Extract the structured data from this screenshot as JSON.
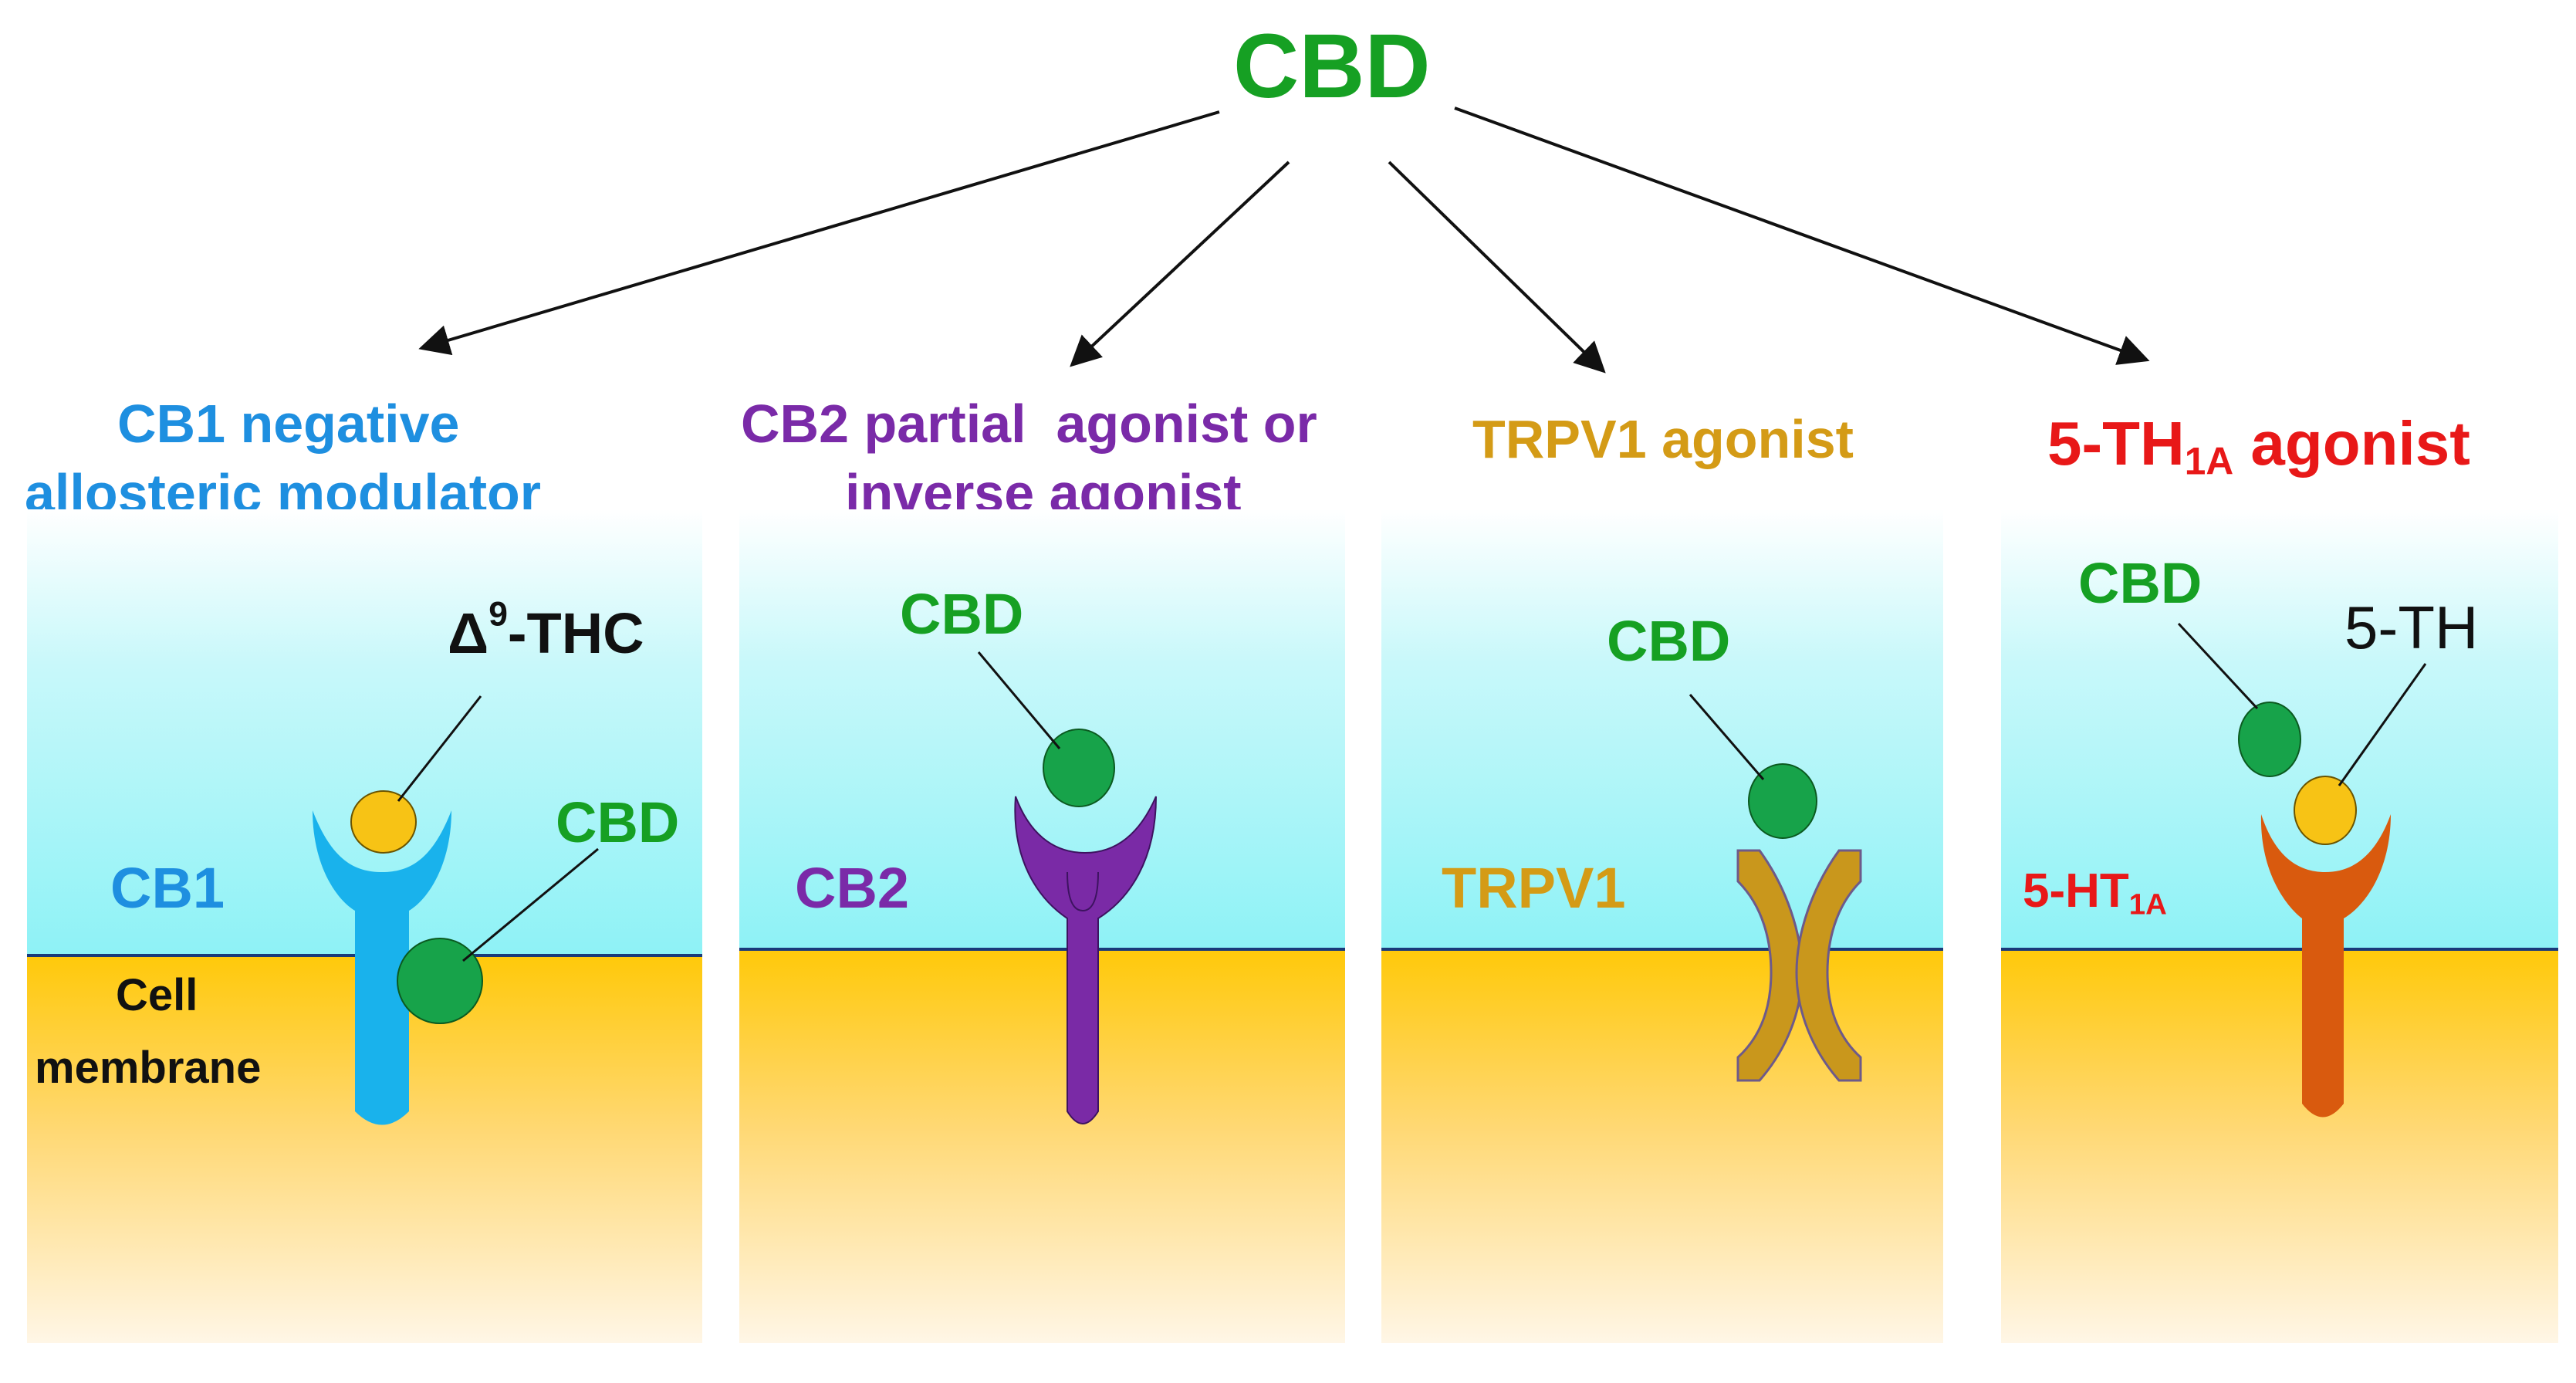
{
  "title": "CBD",
  "colors": {
    "green": "#16a023",
    "blue": "#1e8fe0",
    "purple": "#7a2aa8",
    "gold": "#d49b16",
    "red": "#e81818",
    "receptor_cb1": "#19b2ec",
    "receptor_cb2": "#7a2aa6",
    "receptor_trpv1": "#c9971c",
    "receptor_5ht": "#d95a0e",
    "ligand_green": "#17a34a",
    "ligand_yellow": "#f7c315",
    "extracellular": "#8ef2f6",
    "membrane": "#ffc90a"
  },
  "headings": {
    "cb1": {
      "line1": "CB1 negative",
      "line2": "allosteric modulator"
    },
    "cb2": {
      "line1": "CB2 partial  agonist or",
      "line2": "inverse agonist"
    },
    "trpv1": {
      "text": "TRPV1 agonist"
    },
    "ht": {
      "prefix": "5-TH",
      "sub": "1A",
      "suffix": " agonist"
    }
  },
  "panels": {
    "cb1": {
      "receptor_label": "CB1",
      "ligand_thc": {
        "delta": "Δ",
        "sup": "9",
        "rest": "-THC"
      },
      "ligand_cbd": "CBD",
      "membrane_label_line1": "Cell",
      "membrane_label_line2": "membrane"
    },
    "cb2": {
      "receptor_label": "CB2",
      "ligand_cbd": "CBD"
    },
    "trpv1": {
      "receptor_label": "TRPV1",
      "ligand_cbd": "CBD"
    },
    "ht": {
      "receptor_label": {
        "prefix": "5-HT",
        "sub": "1A"
      },
      "ligand_cbd": "CBD",
      "ligand_5th": "5-TH"
    }
  }
}
